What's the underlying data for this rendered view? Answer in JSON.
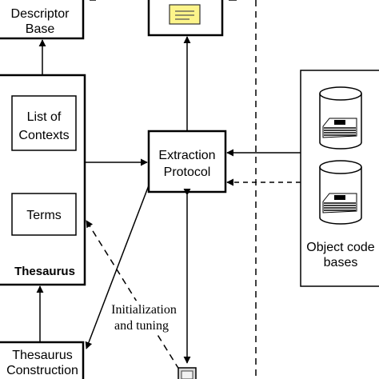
{
  "boxes": {
    "descriptor_base": [
      "Descriptor",
      "Base"
    ],
    "list_of_contexts": [
      "List of",
      "Contexts"
    ],
    "terms": "Terms",
    "thesaurus": "Thesaurus",
    "thesaurus_construction": [
      "Thesaurus",
      "Construction"
    ],
    "extraction_protocol": [
      "Extraction",
      "Protocol"
    ],
    "object_code_bases": [
      "Object code",
      "bases"
    ]
  },
  "edge_labels": {
    "init_tuning": [
      "Initialization",
      "and tuning"
    ]
  }
}
